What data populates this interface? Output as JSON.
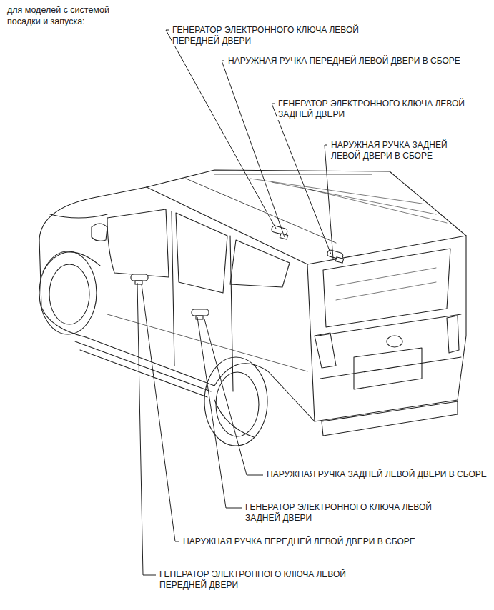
{
  "diagram": {
    "title": "для моделей с системой посадки и запуска:",
    "labels": [
      "ГЕНЕРАТОР ЭЛЕКТРОННОГО КЛЮЧА ЛЕВОЙ ПЕРЕДНЕЙ ДВЕРИ",
      "НАРУЖНАЯ РУЧКА ПЕРЕДНЕЙ ЛЕВОЙ ДВЕРИ В СБОРЕ",
      "ГЕНЕРАТОР ЭЛЕКТРОННОГО КЛЮЧА ЛЕВОЙ ЗАДНЕЙ ДВЕРИ",
      "НАРУЖНАЯ РУЧКА ЗАДНЕЙ ЛЕВОЙ ДВЕРИ В СБОРЕ",
      "НАРУЖНАЯ РУЧКА ЗАДНЕЙ ЛЕВОЙ ДВЕРИ В СБОРЕ",
      "ГЕНЕРАТОР ЭЛЕКТРОННОГО КЛЮЧА ЛЕВОЙ ЗАДНЕЙ ДВЕРИ",
      "НАРУЖНАЯ РУЧКА ПЕРЕДНЕЙ ЛЕВОЙ ДВЕРИ В СБОРЕ",
      "ГЕНЕРАТОР ЭЛЕКТРОННОГО КЛЮЧА ЛЕВОЙ ПЕРЕДНЕЙ ДВЕРИ"
    ]
  }
}
